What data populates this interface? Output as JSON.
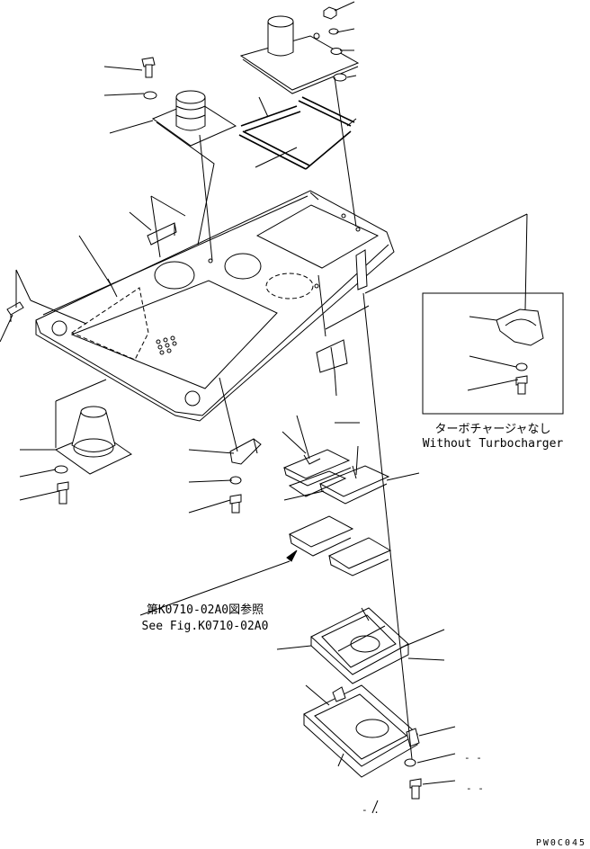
{
  "inset": {
    "caption_ja": "ターボチャージャなし",
    "caption_en": "Without Turbocharger"
  },
  "reference": {
    "line_ja": "第K0710-02A0図参照",
    "line_en": "See Fig.K0710-02A0"
  },
  "leader_dashes": [
    "- -",
    "- -",
    "- ."
  ],
  "drawing_code": "PW0C045"
}
